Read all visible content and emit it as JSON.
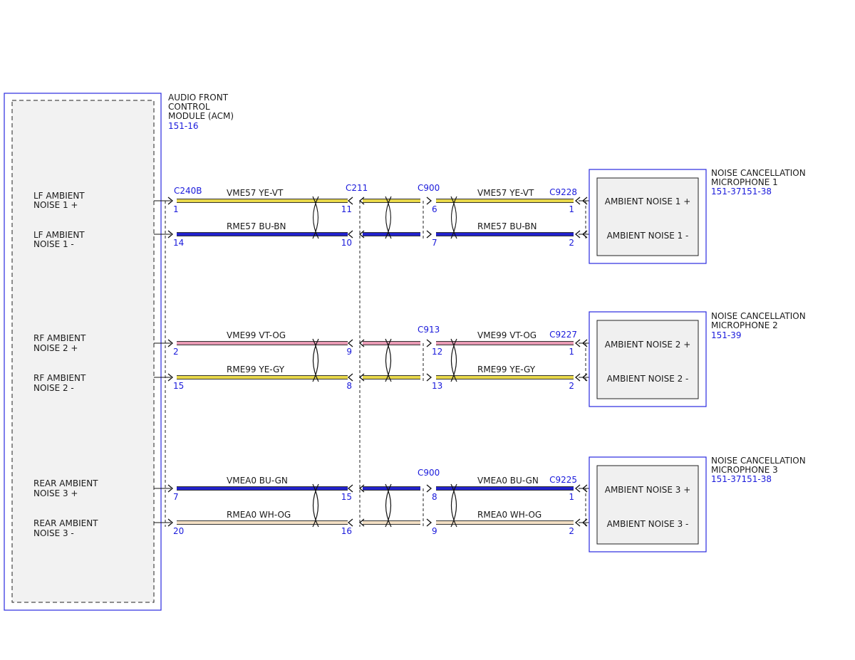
{
  "module": {
    "title_lines": [
      "AUDIO FRONT",
      "CONTROL",
      "MODULE (ACM)"
    ],
    "ref": "151-16",
    "inputs": [
      {
        "lines": [
          "LF AMBIENT",
          "NOISE 1 +"
        ]
      },
      {
        "lines": [
          "LF AMBIENT",
          "NOISE 1 -"
        ]
      },
      {
        "lines": [
          "RF AMBIENT",
          "NOISE 2 +"
        ]
      },
      {
        "lines": [
          "RF AMBIENT",
          "NOISE 2 -"
        ]
      },
      {
        "lines": [
          "REAR AMBIENT",
          "NOISE 3 +"
        ]
      },
      {
        "lines": [
          "REAR AMBIENT",
          "NOISE 3 -"
        ]
      }
    ]
  },
  "connectors": {
    "c240b": "C240B",
    "c211": "C211",
    "c900_top": "C900",
    "c913": "C913",
    "c900_bottom": "C900"
  },
  "circuits": [
    {
      "circuit": "VME57",
      "color_code": "YE-VT",
      "color": "#e8d84a",
      "pins": [
        "1",
        "11",
        "6",
        "1"
      ],
      "end_connector": "C9228"
    },
    {
      "circuit": "RME57",
      "color_code": "BU-BN",
      "color": "#2222cc",
      "pins": [
        "14",
        "10",
        "7",
        "2"
      ]
    },
    {
      "circuit": "VME99",
      "color_code": "VT-OG",
      "color": "#e89ab4",
      "pins": [
        "2",
        "9",
        "12",
        "1"
      ],
      "end_connector": "C9227"
    },
    {
      "circuit": "RME99",
      "color_code": "YE-GY",
      "color": "#e8d84a",
      "pins": [
        "15",
        "8",
        "13",
        "2"
      ]
    },
    {
      "circuit": "VMEA0",
      "color_code": "BU-GN",
      "color": "#2222cc",
      "pins": [
        "7",
        "15",
        "8",
        "1"
      ],
      "end_connector": "C9225"
    },
    {
      "circuit": "RMEA0",
      "color_code": "WH-OG",
      "color": "#f3dfc4",
      "pins": [
        "20",
        "16",
        "9",
        "2"
      ]
    }
  ],
  "microphones": [
    {
      "title_lines": [
        "NOISE CANCELLATION",
        "MICROPHONE 1"
      ],
      "ref": "151-37151-38",
      "plus": "AMBIENT NOISE 1 +",
      "minus": "AMBIENT NOISE 1 -"
    },
    {
      "title_lines": [
        "NOISE CANCELLATION",
        "MICROPHONE 2"
      ],
      "ref": "151-39",
      "plus": "AMBIENT NOISE 2 +",
      "minus": "AMBIENT NOISE 2 -"
    },
    {
      "title_lines": [
        "NOISE CANCELLATION",
        "MICROPHONE 3"
      ],
      "ref": "151-37151-38",
      "plus": "AMBIENT NOISE 3 +",
      "minus": "AMBIENT NOISE 3 -"
    }
  ]
}
